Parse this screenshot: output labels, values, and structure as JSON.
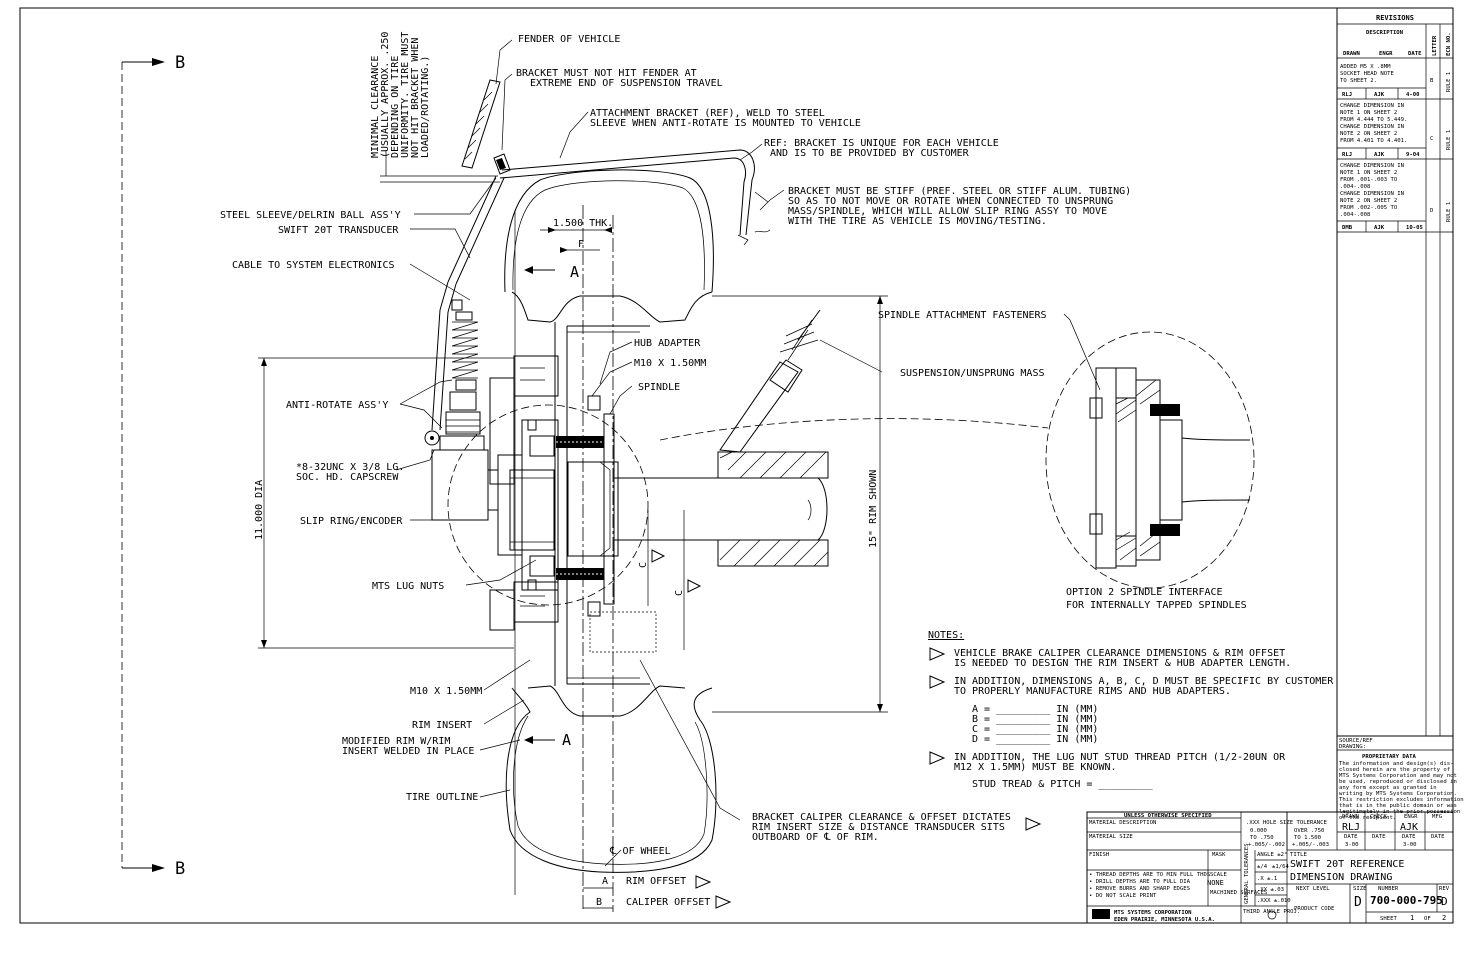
{
  "view_labels": {
    "top": "B",
    "bottom": "B"
  },
  "section_labels": {
    "upper": "A",
    "lower": "A"
  },
  "clearance_note": [
    "MINIMAL CLEARANCE",
    "(USUALLY APPROX. .250",
    "DEPENDING ON TIRE",
    "UNIFORMITY. TIRE MUST",
    "NOT HIT BRACKET WHEN",
    "LOADED/ROTATING.)"
  ],
  "callouts": {
    "fender": "FENDER OF VEHICLE",
    "bracket_fender": [
      "BRACKET MUST NOT HIT FENDER AT",
      "EXTREME END OF SUSPENSION TRAVEL"
    ],
    "attachment_bracket": [
      "ATTACHMENT BRACKET (REF), WELD TO STEEL",
      "SLEEVE WHEN ANTI-ROTATE IS MOUNTED TO VEHICLE"
    ],
    "ref_bracket": [
      "REF: BRACKET IS UNIQUE FOR EACH VEHICLE",
      "AND IS TO BE PROVIDED BY CUSTOMER"
    ],
    "bracket_stiff": [
      "BRACKET MUST BE STIFF (PREF. STEEL OR STIFF ALUM. TUBING)",
      "SO AS TO NOT MOVE OR ROTATE WHEN CONNECTED TO UNSPRUNG",
      "MASS/SPINDLE, WHICH WILL ALLOW SLIP RING ASSY TO MOVE",
      "WITH THE TIRE AS VEHICLE IS MOVING/TESTING."
    ],
    "steel_sleeve": "STEEL SLEEVE/DELRIN BALL ASS'Y",
    "transducer": "SWIFT 20T TRANSDUCER",
    "cable": "CABLE TO SYSTEM ELECTRONICS",
    "hub_adapter": "HUB ADAPTER",
    "m10_upper": "M10 X 1.50MM",
    "spindle": "SPINDLE",
    "spindle_fasteners": "SPINDLE ATTACHMENT FASTENERS",
    "suspension": "SUSPENSION/UNSPRUNG MASS",
    "anti_rotate": "ANTI-ROTATE ASS'Y",
    "capscrew": [
      "*8-32UNC X 3/8 LG.",
      "SOC. HD. CAPSCREW"
    ],
    "slip_ring": "SLIP RING/ENCODER",
    "lug_nuts": "MTS LUG NUTS",
    "m10_lower": "M10 X 1.50MM",
    "rim_insert": "RIM INSERT",
    "modified_rim": [
      "MODIFIED RIM W/RIM",
      "INSERT WELDED IN PLACE"
    ],
    "tire_outline": "TIRE OUTLINE",
    "brake_caliper": [
      "BRACKET CALIPER CLEARANCE & OFFSET DICTATES",
      "RIM INSERT SIZE & DISTANCE TRANSDUCER SITS",
      "OUTBOARD OF ℄ OF RIM."
    ],
    "center_wheel": "℄ OF WHEEL",
    "rim_offset": "RIM OFFSET",
    "caliper_offset": "CALIPER OFFSET"
  },
  "dimensions": {
    "thk": "1.500 THK.",
    "f": "F",
    "dia": "11.000 DIA",
    "rim_shown": "15\" RIM SHOWN",
    "c": "C",
    "d": "D",
    "a": "A",
    "b": "B"
  },
  "option2": [
    "OPTION 2 SPINDLE INTERFACE",
    "FOR INTERNALLY TAPPED SPINDLES"
  ],
  "notes": {
    "heading": "NOTES:",
    "note1": [
      "VEHICLE BRAKE CALIPER CLEARANCE DIMENSIONS & RIM OFFSET",
      "IS NEEDED TO DESIGN THE RIM INSERT & HUB ADAPTER LENGTH."
    ],
    "note2": [
      "IN ADDITION, DIMENSIONS A, B, C, D MUST BE SPECIFIC BY CUSTOMER",
      "TO PROPERLY MANUFACTURE RIMS AND HUB ADAPTERS."
    ],
    "fields": [
      "A = _________ IN (MM)",
      "B = _________ IN (MM)",
      "C = _________ IN (MM)",
      "D = _________ IN (MM)"
    ],
    "note3": [
      "IN ADDITION, THE LUG NUT STUD THREAD PITCH (1/2-20UN OR",
      "M12 X 1.5MM) MUST BE KNOWN."
    ],
    "stud": "STUD TREAD & PITCH = _________"
  },
  "revisions": {
    "title": "REVISIONS",
    "description": "DESCRIPTION",
    "cols": [
      "DRAWN",
      "ENGR",
      "DATE"
    ],
    "letter": "LETTER",
    "ecn": "ECN NO.",
    "rows": [
      {
        "text": [
          "ADDED M5 X .8MM",
          "SOCKET HEAD NOTE",
          "TO SHEET 2."
        ],
        "drawn": "RLJ",
        "engr": "AJK",
        "date": "4-00",
        "letter": "B",
        "ecn": "RULE 1"
      },
      {
        "text": [
          "CHANGE DIMENSION IN",
          "NOTE 1 ON SHEET 2",
          "FROM 4.444 TO 5.449.",
          "CHANGE DIMENSION IN",
          "NOTE 2 ON SHEET 2",
          "FROM 4.401 TO 4.401."
        ],
        "drawn": "RLJ",
        "engr": "AJK",
        "date": "9-04",
        "letter": "C",
        "ecn": "RULE 1"
      },
      {
        "text": [
          "CHANGE DIMENSION IN",
          "NOTE 1 ON SHEET 2",
          "FROM .001-.003 TO",
          ".004-.008",
          "CHANGE DIMENSION IN",
          "NOTE 2 ON SHEET 2",
          "FROM .002-.005 TO",
          ".004-.008"
        ],
        "drawn": "DMB",
        "engr": "AJK",
        "date": "10-05",
        "letter": "D",
        "ecn": "RULE 1"
      }
    ]
  },
  "source_ref": [
    "SOURCE/REF",
    "DRAWING:"
  ],
  "proprietary": {
    "title": "PROPRIETARY DATA",
    "lines": [
      "The information and design(s) dis-",
      "closed herein are the property of",
      "MTS Systems Corporation and may not",
      "be used, reproduced or disclosed in",
      "any form except as granted in",
      "writing by MTS Systems Corporation.",
      "This restriction excludes information",
      "that is in the public domain or was",
      "legitimately in the prior possession",
      "of the recipient."
    ]
  },
  "title_block": {
    "unless": "UNLESS OTHERWISE SPECIFIED",
    "material_desc": "MATERIAL DESCRIPTION",
    "material_size": "MATERIAL SIZE",
    "finish": "FINISH",
    "mask": "MASK",
    "scale": "SCALE",
    "scale_val": "NONE",
    "machined": "MACHINED SURFACES",
    "gen_tol": "GENERAL TOLERANCES",
    "hole_tol": ".XXX HOLE SIZE TOLERANCE",
    "hole_vals": [
      "0.000",
      "TO .750",
      "+.005/-.002"
    ],
    "hole_vals2": [
      "OVER .750",
      "TO 1.500",
      "+.005/-.003"
    ],
    "angle": "ANGLE ±2°",
    "frac": [
      "±/4",
      "±1/64"
    ],
    "tols": [
      ".X ±.1",
      ".XX ±.03",
      ".XXX ±.010"
    ],
    "notes_list": [
      "• THREAD DEPTHS ARE TO MIN FULL THDS",
      "• DRILL DEPTHS ARE TO FULL DIA",
      "• REMOVE BURRS AND SHARP EDGES",
      "• DO NOT SCALE PRINT"
    ],
    "company": "MTS SYSTEMS CORPORATION",
    "city": "EDEN PRAIRIE, MINNESOTA U.S.A.",
    "third_angle": "THIRD ANGLE PROJ.",
    "drawn_lbl": "DRAWN",
    "check_lbl": "CHECK",
    "engr_lbl": "ENGR",
    "mfg_lbl": "MFG",
    "drawn": "RLJ",
    "engr": "AJK",
    "date_lbl": "DATE",
    "drawn_date": "3-00",
    "engr_date": "3-00",
    "title_lbl": "TITLE",
    "title1": "SWIFT 20T REFERENCE",
    "title2": "DIMENSION DRAWING",
    "next_level": "NEXT LEVEL",
    "product_code": "PRODUCT CODE",
    "size_lbl": "SIZE",
    "size": "D",
    "number_lbl": "NUMBER",
    "number": "700-000-795",
    "rev_lbl": "REV",
    "rev": "D",
    "sheet_lbl": "SHEET",
    "sheet": "1",
    "of_lbl": "OF",
    "of": "2"
  }
}
